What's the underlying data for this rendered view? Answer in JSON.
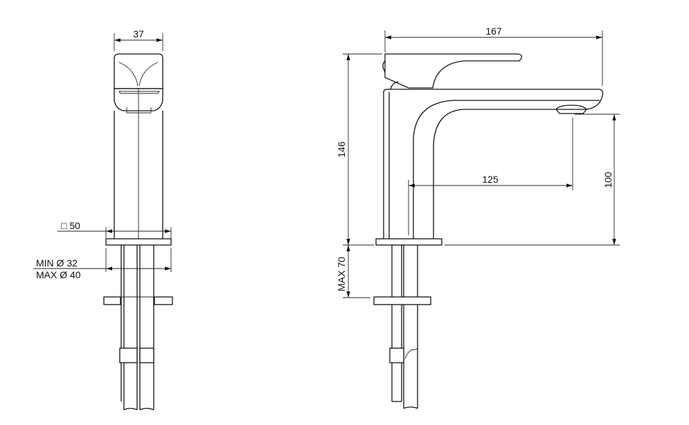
{
  "front_view": {
    "width_dim": "37",
    "base_dim": "□ 50",
    "hole_min": "MIN Ø 32",
    "hole_max": "MAX Ø 40"
  },
  "side_view": {
    "length_dim": "167",
    "height_dim": "146",
    "reach_dim": "125",
    "spout_height_dim": "100",
    "deck_thickness_dim": "MAX 70"
  }
}
